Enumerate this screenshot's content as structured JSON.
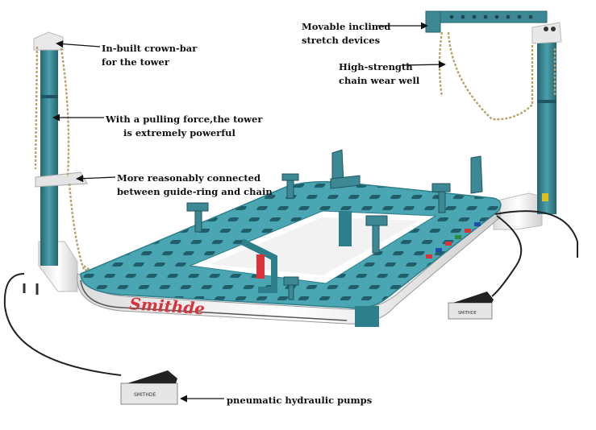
{
  "callouts": {
    "crown_bar": {
      "line1": "In-built crown-bar",
      "line2": "for the tower"
    },
    "pulling_force": {
      "line1": "With a pulling force,the tower",
      "line2": "is extremely powerful"
    },
    "guide_ring": {
      "line1": "More reasonably connected",
      "line2": "between guide-ring and chain"
    },
    "stretch_devices": {
      "line1": "Movable inclined",
      "line2": "stretch devices"
    },
    "chain": {
      "line1": "High-strength",
      "line2": "chain wear well"
    },
    "pumps": {
      "line1": "pneumatic hydraulic pumps"
    }
  },
  "brand_text": "Smithde",
  "pump_label": "SMITHDE",
  "colors": {
    "bench_top": "#4aa6b2",
    "bench_dark": "#2d7f8b",
    "tower": "#3c8894",
    "tower_dark": "#276470",
    "base_white": "#f4f4f4",
    "chain": "#b8a46a",
    "accent_red": "#d8333a",
    "arrow": "#111111"
  }
}
